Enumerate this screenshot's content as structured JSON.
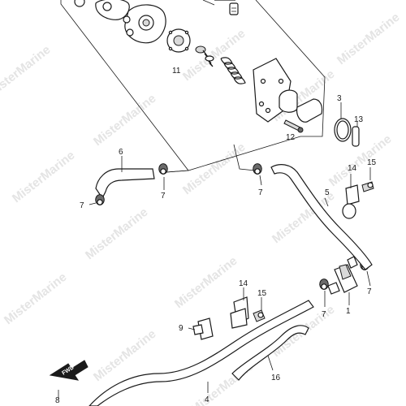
{
  "watermark": "MisterMarine",
  "fwd_label": "FWD",
  "callouts": [
    {
      "id": "c1",
      "text": "1"
    },
    {
      "id": "c3",
      "text": "3"
    },
    {
      "id": "c4",
      "text": "4"
    },
    {
      "id": "c5",
      "text": "5"
    },
    {
      "id": "c6",
      "text": "6"
    },
    {
      "id": "c7a",
      "text": "7"
    },
    {
      "id": "c7b",
      "text": "7"
    },
    {
      "id": "c7c",
      "text": "7"
    },
    {
      "id": "c7d",
      "text": "7"
    },
    {
      "id": "c7e",
      "text": "7"
    },
    {
      "id": "c8",
      "text": "8"
    },
    {
      "id": "c9",
      "text": "9"
    },
    {
      "id": "c11",
      "text": "11"
    },
    {
      "id": "c12",
      "text": "12"
    },
    {
      "id": "c13",
      "text": "13"
    },
    {
      "id": "c14a",
      "text": "14"
    },
    {
      "id": "c14b",
      "text": "14"
    },
    {
      "id": "c15a",
      "text": "15"
    },
    {
      "id": "c15b",
      "text": "15"
    },
    {
      "id": "c16",
      "text": "16"
    }
  ]
}
